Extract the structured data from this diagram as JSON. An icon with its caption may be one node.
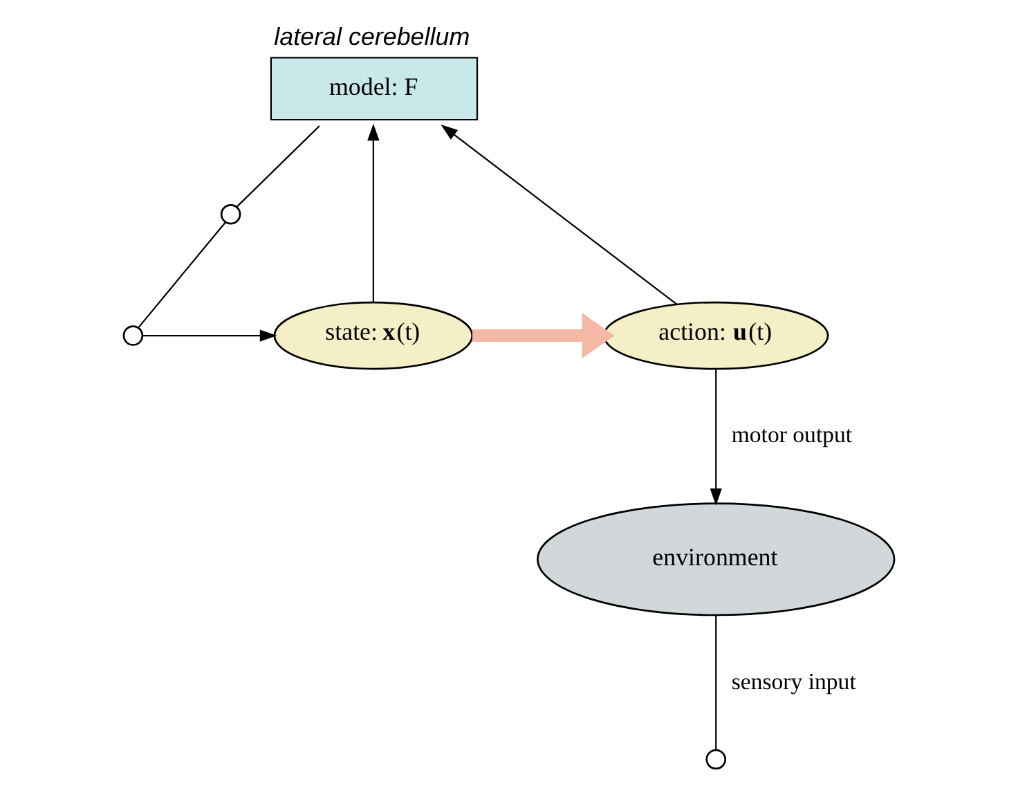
{
  "diagram": {
    "nodes": [
      {
        "text": [
          "model: F"
        ],
        "beside": [
          "lateral cerebellum"
        ]
      },
      {
        "text": [
          "state: **x**(t)"
        ]
      },
      {
        "text": [
          "action: **u**(t)"
        ]
      },
      {
        "text": [
          "environment"
        ]
      },
      {
        "text": [],
        "shape": "circle"
      },
      {
        "text": [],
        "shape": "circle"
      },
      {
        "text": [],
        "shape": "circle"
      }
    ],
    "edges": [
      {
        "from": 0,
        "to": 4,
        "arrow": "none"
      },
      {
        "from": 4,
        "to": 5,
        "arrow": "none"
      },
      {
        "from": 5,
        "to": 1,
        "arrow": "to"
      },
      {
        "from": 1,
        "to": 0,
        "arrow": "to"
      },
      {
        "from": 1,
        "to": 2,
        "arrow": "to",
        "style": "thick",
        "color": "#f4b8a4"
      },
      {
        "from": 2,
        "to": 0,
        "arrow": "to"
      },
      {
        "from": 2,
        "to": 3,
        "arrow": "to",
        "label": "motor output"
      },
      {
        "from": 3,
        "to": 6,
        "arrow": "none",
        "label": "sensory input"
      }
    ]
  }
}
